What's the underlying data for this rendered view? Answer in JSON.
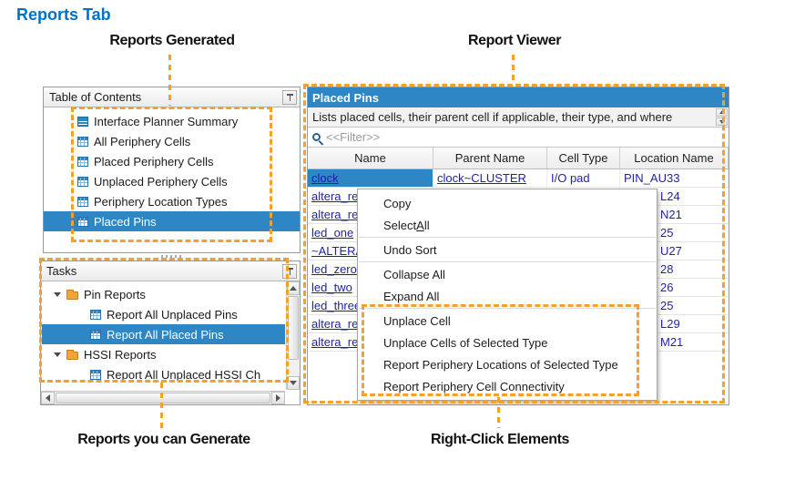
{
  "page": {
    "title": "Reports Tab"
  },
  "colors": {
    "accent_orange": "#F5A02C",
    "header_blue": "#2E86C4",
    "selection_blue": "#2E86C4",
    "link_blue": "#1F1FAE",
    "title_blue": "#0071C5"
  },
  "annotations": {
    "reports_generated": "Reports Generated",
    "report_viewer": "Report Viewer",
    "reports_you_can_generate": "Reports you can Generate",
    "right_click_elements": "Right-Click Elements"
  },
  "toc_panel": {
    "title": "Table of Contents",
    "items": [
      {
        "label": "Interface Planner Summary",
        "icon": "summary-icon",
        "selected": false
      },
      {
        "label": "All Periphery Cells",
        "icon": "table-icon",
        "selected": false
      },
      {
        "label": "Placed Periphery Cells",
        "icon": "table-icon",
        "selected": false
      },
      {
        "label": "Unplaced Periphery Cells",
        "icon": "table-icon",
        "selected": false
      },
      {
        "label": "Periphery Location Types",
        "icon": "table-icon",
        "selected": false
      },
      {
        "label": "Placed Pins",
        "icon": "table-icon",
        "selected": true
      }
    ]
  },
  "tasks_panel": {
    "title": "Tasks",
    "items": [
      {
        "label": "Pin Reports",
        "type": "folder",
        "level": 0,
        "selected": false
      },
      {
        "label": "Report All Unplaced Pins",
        "type": "report",
        "level": 1,
        "selected": false
      },
      {
        "label": "Report All Placed Pins",
        "type": "report",
        "level": 1,
        "selected": true
      },
      {
        "label": "HSSI Reports",
        "type": "folder",
        "level": 0,
        "selected": false
      },
      {
        "label": "Report All Unplaced HSSI Ch",
        "type": "report",
        "level": 1,
        "selected": false
      }
    ]
  },
  "report_viewer": {
    "title": "Placed Pins",
    "description": "Lists placed cells, their parent cell if applicable, their type, and where",
    "filter_placeholder": "<<Filter>>",
    "columns": [
      "Name",
      "Parent Name",
      "Cell Type",
      "Location Name"
    ],
    "rows": [
      {
        "name": "clock",
        "parent": "clock~CLUSTER",
        "cell_type": "I/O pad",
        "location": "PIN_AU33",
        "selected": true,
        "covered": false
      },
      {
        "name": "altera_re",
        "parent": "",
        "cell_type": "",
        "location": "L24",
        "selected": false,
        "covered": true
      },
      {
        "name": "altera_re",
        "parent": "",
        "cell_type": "",
        "location": "N21",
        "selected": false,
        "covered": true
      },
      {
        "name": "led_one",
        "parent": "",
        "cell_type": "",
        "location": "25",
        "selected": false,
        "covered": true
      },
      {
        "name": "~ALTERA",
        "parent": "",
        "cell_type": "",
        "location": "U27",
        "selected": false,
        "covered": true
      },
      {
        "name": "led_zero",
        "parent": "",
        "cell_type": "",
        "location": "28",
        "selected": false,
        "covered": true
      },
      {
        "name": "led_two",
        "parent": "",
        "cell_type": "",
        "location": "26",
        "selected": false,
        "covered": true
      },
      {
        "name": "led_three",
        "parent": "",
        "cell_type": "",
        "location": "25",
        "selected": false,
        "covered": true
      },
      {
        "name": "altera_re",
        "parent": "",
        "cell_type": "",
        "location": "L29",
        "selected": false,
        "covered": true
      },
      {
        "name": "altera_re",
        "parent": "",
        "cell_type": "",
        "location": "M21",
        "selected": false,
        "covered": true
      }
    ]
  },
  "context_menu": {
    "items": [
      {
        "label": "Copy"
      },
      {
        "label": "Select All",
        "underline_index": 7
      },
      {
        "type": "separator"
      },
      {
        "label": "Undo Sort"
      },
      {
        "type": "separator"
      },
      {
        "label": "Collapse All"
      },
      {
        "label": "Expand All"
      },
      {
        "type": "separator"
      },
      {
        "label": "Unplace Cell"
      },
      {
        "label": "Unplace Cells of Selected Type"
      },
      {
        "label": "Report Periphery Locations of Selected Type"
      },
      {
        "label": "Report Periphery Cell Connectivity"
      }
    ]
  }
}
